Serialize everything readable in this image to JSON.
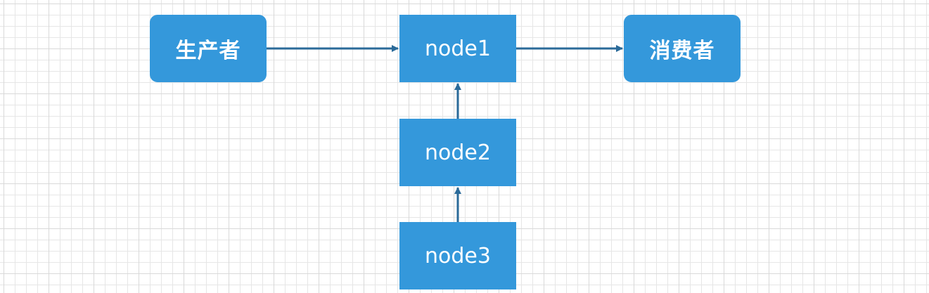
{
  "nodes": {
    "producer": {
      "label": "生产者"
    },
    "node1": {
      "label": "node1"
    },
    "consumer": {
      "label": "消费者"
    },
    "node2": {
      "label": "node2"
    },
    "node3": {
      "label": "node3"
    }
  },
  "edges": [
    {
      "from": "producer",
      "to": "node1"
    },
    {
      "from": "node1",
      "to": "consumer"
    },
    {
      "from": "node2",
      "to": "node1"
    },
    {
      "from": "node3",
      "to": "node2"
    }
  ],
  "colors": {
    "node_fill": "#3498db",
    "node_text": "#ffffff",
    "edge": "#2a6a99",
    "grid": "#e6e6e6"
  }
}
